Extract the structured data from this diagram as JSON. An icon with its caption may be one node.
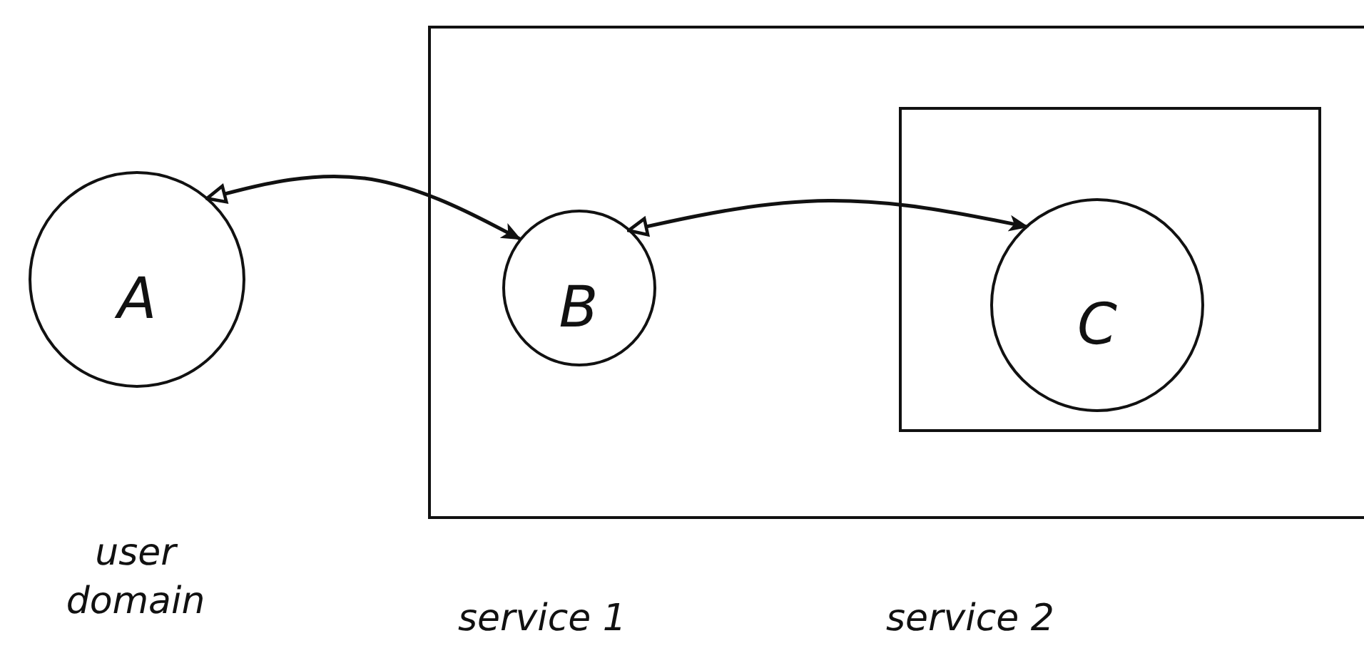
{
  "diagram": {
    "nodes": [
      {
        "text": [
          "A"
        ]
      },
      {
        "text": [],
        "shape": "box"
      },
      {
        "text": [
          "B"
        ],
        "in": 1
      },
      {
        "text": [],
        "shape": "box",
        "in": 1
      },
      {
        "text": [
          "C"
        ],
        "in": 3
      }
    ],
    "edges": [
      {
        "from": 0,
        "to": 2,
        "arrow": "both"
      },
      {
        "from": 2,
        "to": 4,
        "arrow": "both"
      }
    ],
    "labels": [
      "user domain",
      "service 1",
      "service 2"
    ]
  }
}
